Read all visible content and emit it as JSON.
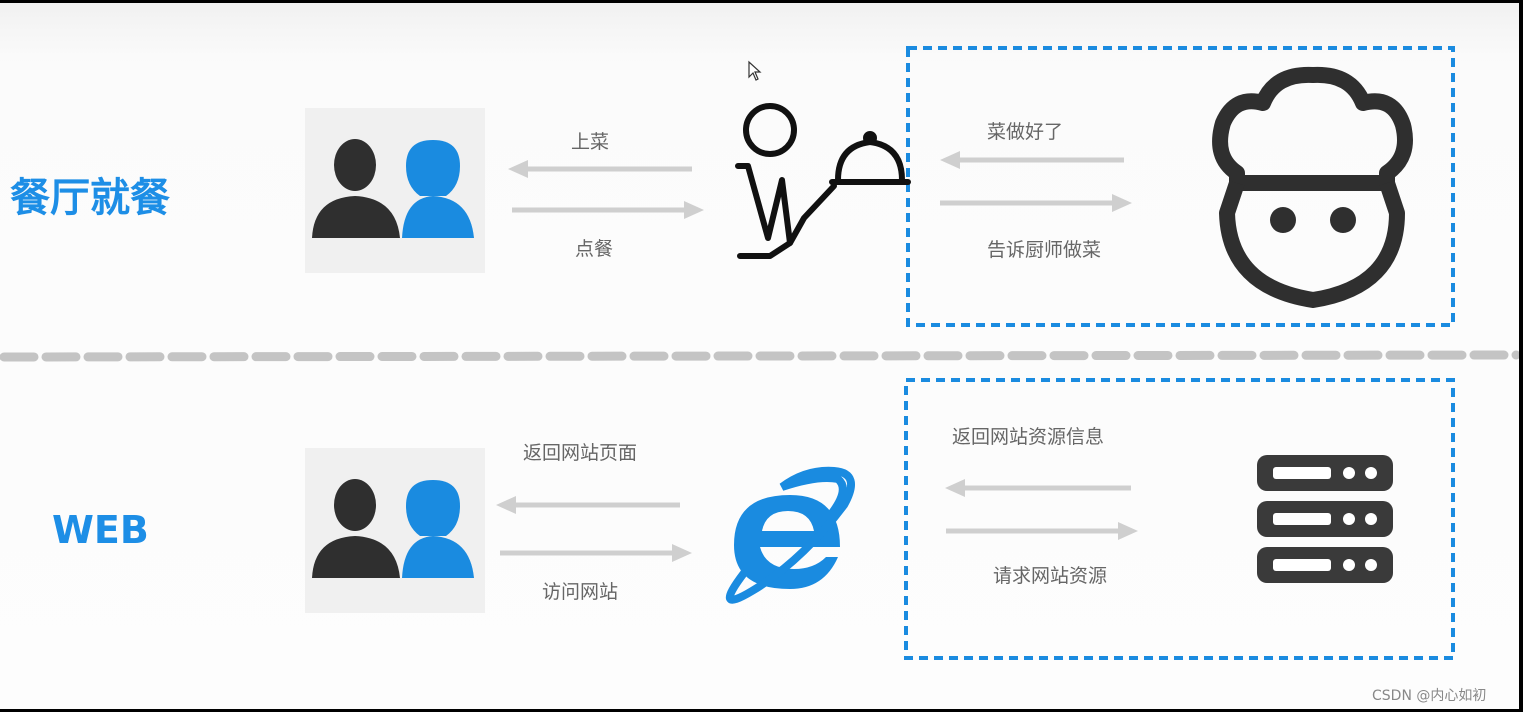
{
  "colors": {
    "accent": "#1d8ee6",
    "dark_icon": "#2f2f2f",
    "box_border": "#1a8be0",
    "divider": "#c4c4c4",
    "arrow": "#cfcfcf"
  },
  "rows": {
    "restaurant": {
      "title": "餐厅就餐",
      "left_arrow_top": "上菜",
      "left_arrow_bottom": "点餐",
      "right_arrow_top": "菜做好了",
      "right_arrow_bottom": "告诉厨师做菜",
      "icons": [
        "customers-icon",
        "waiter-icon",
        "chef-icon"
      ]
    },
    "web": {
      "title": "WEB",
      "left_arrow_top": "返回网站页面",
      "left_arrow_bottom": "访问网站",
      "right_arrow_top": "返回网站资源信息",
      "right_arrow_bottom": "请求网站资源",
      "icons": [
        "users-icon",
        "browser-icon",
        "server-icon"
      ]
    }
  },
  "watermark": "CSDN @内心如初"
}
